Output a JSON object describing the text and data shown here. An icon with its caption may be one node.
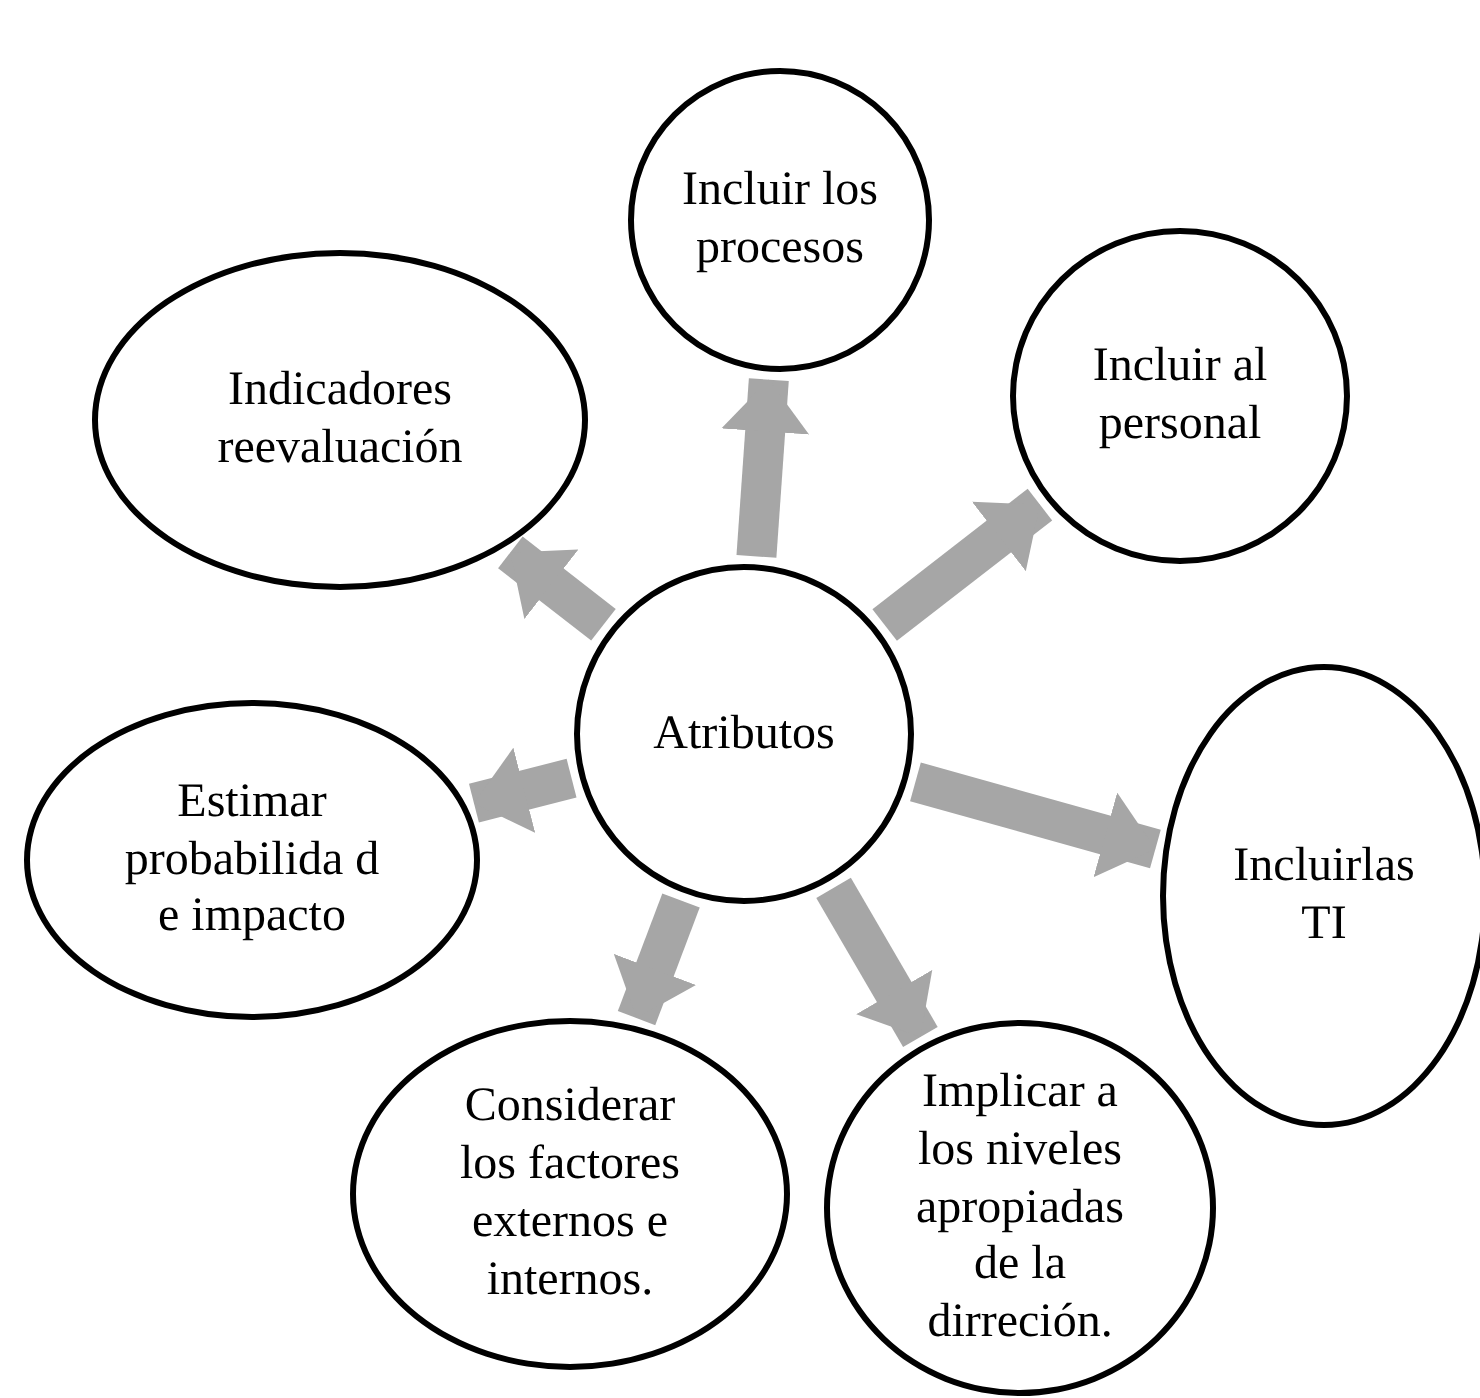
{
  "diagram": {
    "nodes": [
      {
        "text": [
          "Atributos"
        ]
      },
      {
        "text": [
          "Incluir los procesos"
        ]
      },
      {
        "text": [
          "Incluir al personal"
        ]
      },
      {
        "text": [
          "Incluirlas TI"
        ]
      },
      {
        "text": [
          "Implicar a los niveles apropiadas de la dirreción."
        ]
      },
      {
        "text": [
          "Considerar los factores externos e internos."
        ]
      },
      {
        "text": [
          "Estimar probabilida d e impacto"
        ]
      },
      {
        "text": [
          "Indicadores reevaluación"
        ]
      }
    ],
    "edges": [
      {
        "from": 0,
        "to": 1,
        "arrow": "to"
      },
      {
        "from": 0,
        "to": 2,
        "arrow": "to"
      },
      {
        "from": 0,
        "to": 3,
        "arrow": "to"
      },
      {
        "from": 0,
        "to": 4,
        "arrow": "to"
      },
      {
        "from": 0,
        "to": 5,
        "arrow": "to"
      },
      {
        "from": 0,
        "to": 6,
        "arrow": "to"
      },
      {
        "from": 0,
        "to": 7,
        "arrow": "to"
      }
    ]
  }
}
